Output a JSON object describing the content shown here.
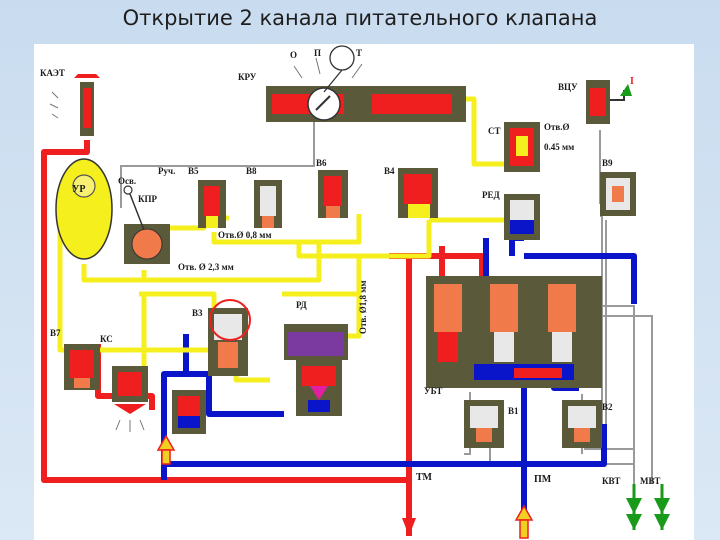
{
  "title": "Открытие 2 канала питательного клапана",
  "labels": {
    "kaet": "КАЭТ",
    "kru": "КРУ",
    "vcu": "ВЦУ",
    "st": "СТ",
    "ur": "УР",
    "osv": "Осв.",
    "ruch": "Руч.",
    "kpr": "КПР",
    "v5": "В5",
    "v8": "В8",
    "v6": "В6",
    "v4": "В4",
    "v9": "В9",
    "red": "РЕД",
    "v3": "В3",
    "rd": "РД",
    "v7": "В7",
    "ks": "КС",
    "ubt": "УБТ",
    "v1": "В1",
    "v2": "В2",
    "tm": "ТМ",
    "pm": "ПМ",
    "kvt": "КВТ",
    "mvt": "МВТ",
    "pos_o": "О",
    "pos_p": "П",
    "pos_t": "Т",
    "hole_045": "Отв.Ø",
    "hole_045_size": "0.45 мм",
    "hole_08": "Отв.Ø 0,8 мм",
    "hole_23": "Отв. Ø 2,3 мм",
    "hole_18": "Отв. Ø1,8 мм",
    "mark_i": "I"
  },
  "colors": {
    "supply_line": "#ef1f1f",
    "brake_line": "#0a14c8",
    "control_line": "#f5ef1e",
    "atmosphere_line": "#9a9a9a",
    "valve_body": "#5a5a3a",
    "valve_piston": "#f07a4a",
    "exhaust_arrow": "#1a9a1a",
    "inlet_arrow": "#f0d020"
  }
}
